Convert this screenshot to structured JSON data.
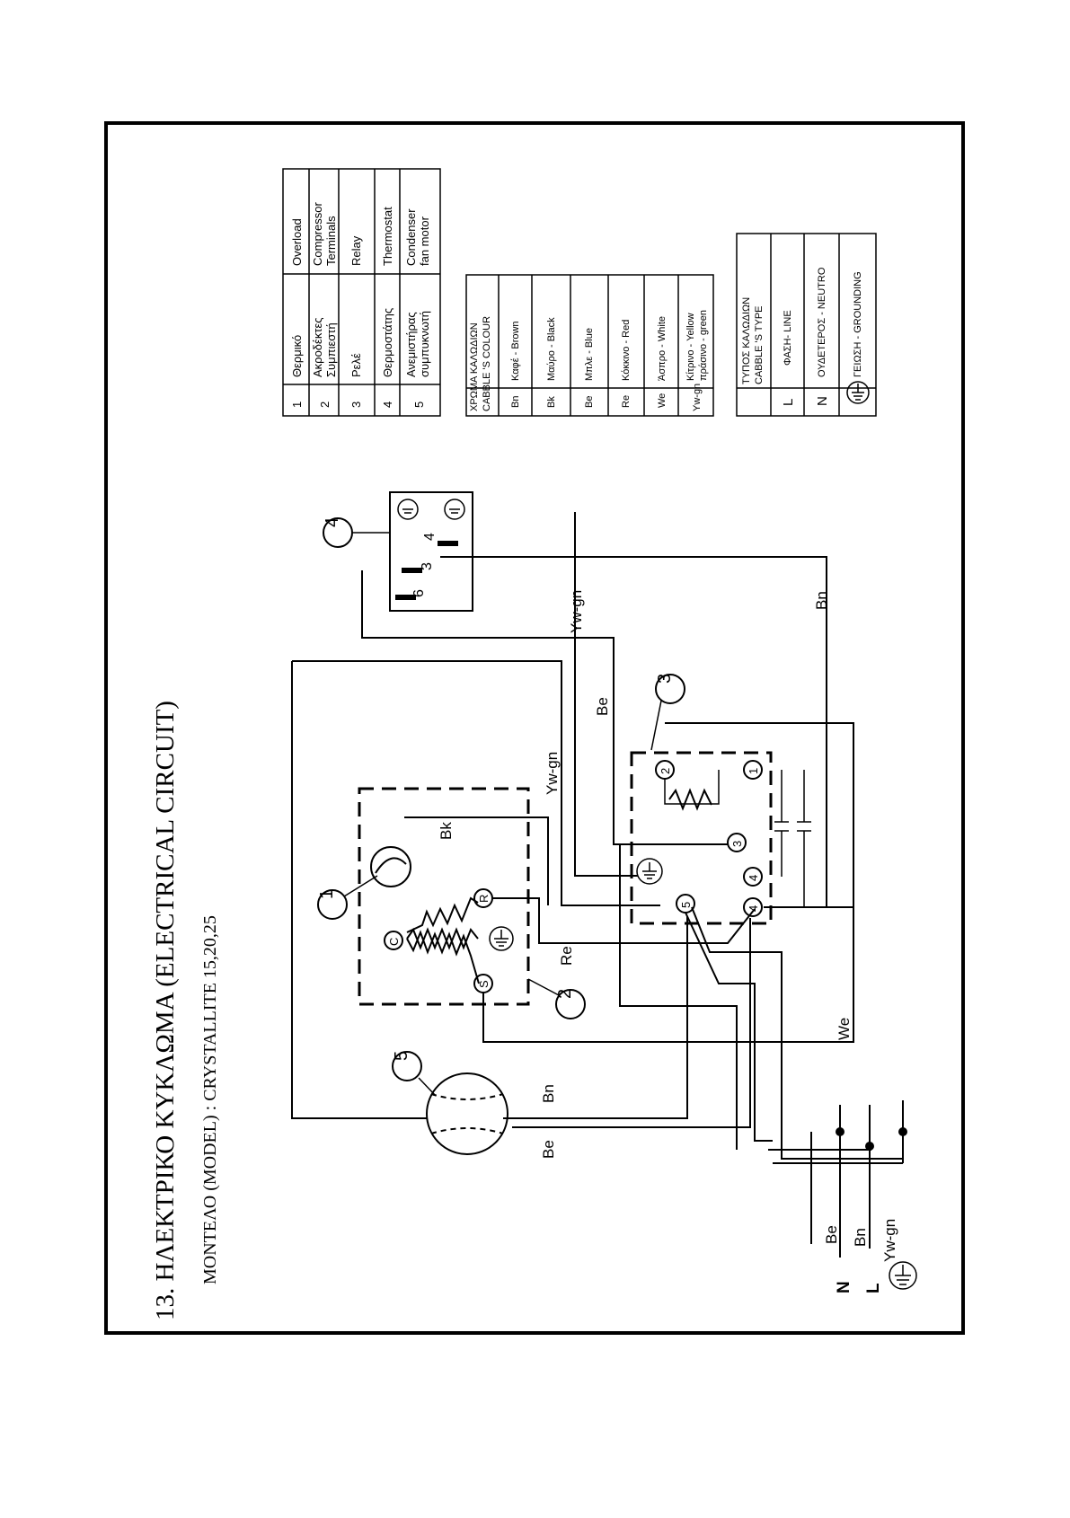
{
  "title": "13. ΗΛΕΚΤΡΙΚΟ ΚΥΚΛΩΜΑ (ELECTRICAL CIRCUIT)",
  "model": "ΜΟΝΤΕΛΟ (MODEL) : CRYSTALLITE 15,20,25",
  "components_table": {
    "rows": [
      {
        "num": "1",
        "gr": "Θερμικό",
        "en": [
          "Overload"
        ]
      },
      {
        "num": "2",
        "gr": "Ακροδέκτες Συμπιεστή",
        "en": [
          "Compressor",
          "Terminals"
        ]
      },
      {
        "num": "3",
        "gr": "Ρελέ",
        "en": [
          "Relay"
        ]
      },
      {
        "num": "4",
        "gr": "Θερμοστάτης",
        "en": [
          "Thermostat"
        ]
      },
      {
        "num": "5",
        "gr": "Ανεμιστήρας συμπυκνωτή",
        "en": [
          "Condenser",
          "fan motor"
        ]
      }
    ]
  },
  "colour_table": {
    "header": [
      "ΧΡΩΜΑ ΚΑΛΩΔΙΩΝ",
      "CABBLE 'S COLOUR"
    ],
    "rows": [
      {
        "code": "Bn",
        "desc": "Καφέ - Brown"
      },
      {
        "code": "Bk",
        "desc": "Μαύρο - Black"
      },
      {
        "code": "Be",
        "desc": "Μπλε - Blue"
      },
      {
        "code": "Re",
        "desc": "Κόκκινο - Red"
      },
      {
        "code": "We",
        "desc": "Άσπρο - White"
      },
      {
        "code": "Yw-gn",
        "desc": "Κίτρινο - Yellow πράσινο - green"
      }
    ]
  },
  "type_table": {
    "header": [
      "ΤΥΠΟΣ ΚΑΛΩΔΙΩΝ",
      "CABBLE 'S TYPE"
    ],
    "rows": [
      {
        "code": "L",
        "desc": "ΦΑΣΗ- LINE"
      },
      {
        "code": "N",
        "desc": "ΟΥΔΕΤΕΡΟΣ - NEUTRO"
      },
      {
        "code": "ground-symbol",
        "desc": "ΓΕΙΩΣΗ - GROUNDING"
      }
    ]
  },
  "diagram": {
    "callouts": [
      "1",
      "2",
      "3",
      "4",
      "5"
    ],
    "terminals": {
      "compressor": [
        "C",
        "R",
        "S"
      ],
      "relay": [
        "1",
        "2",
        "3",
        "4",
        "4",
        "5"
      ],
      "thermostat": [
        "3",
        "4",
        "6"
      ]
    },
    "supply_labels": [
      "N",
      "L"
    ],
    "supply_wires": [
      "Be",
      "Bn",
      "Yw-gn"
    ],
    "wire_labels": {
      "bn_fan": "Bn",
      "be_fan": "Be",
      "bk": "Bk",
      "re": "Re",
      "we": "We",
      "yw_gn_1": "Yw-gn",
      "yw_gn_2": "Yw-gn",
      "be_mid": "Be",
      "bn_right": "Bn"
    }
  }
}
